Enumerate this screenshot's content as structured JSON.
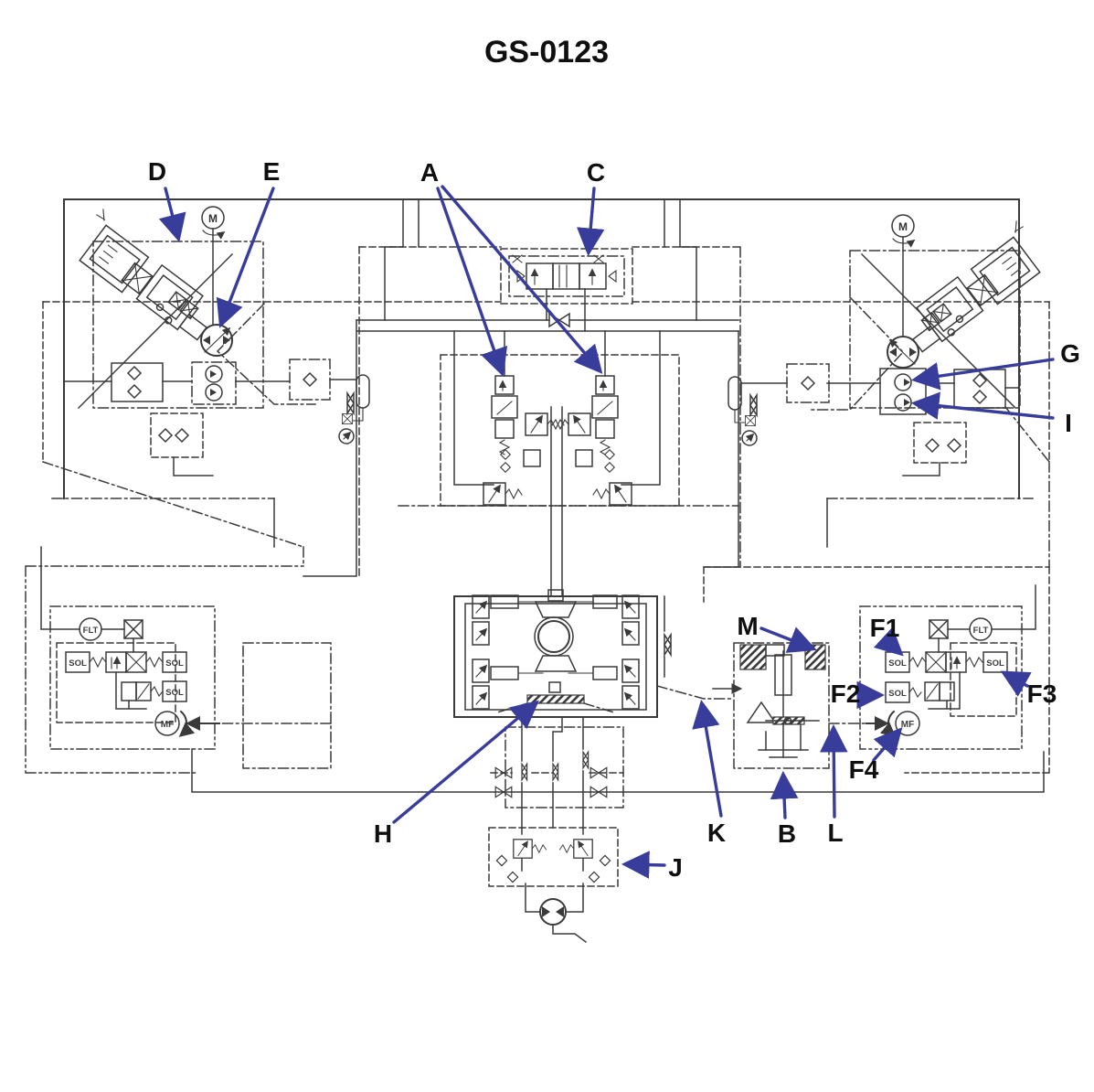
{
  "title": "GS-0123",
  "callouts": {
    "a": "A",
    "b": "B",
    "c": "C",
    "d": "D",
    "e": "E",
    "f1": "F1",
    "f2": "F2",
    "f3": "F3",
    "f4": "F4",
    "g": "G",
    "h": "H",
    "i": "I",
    "j": "J",
    "k": "K",
    "l": "L",
    "m": "M"
  },
  "component_labels": {
    "motor": "M",
    "filter": "FLT",
    "solenoid": "SOL",
    "motor_fan": "MF"
  },
  "colors": {
    "line": "#3a3a3a",
    "callout_arrow": "#383c9b",
    "label_text": "#0f0f0f",
    "background": "#ffffff"
  }
}
